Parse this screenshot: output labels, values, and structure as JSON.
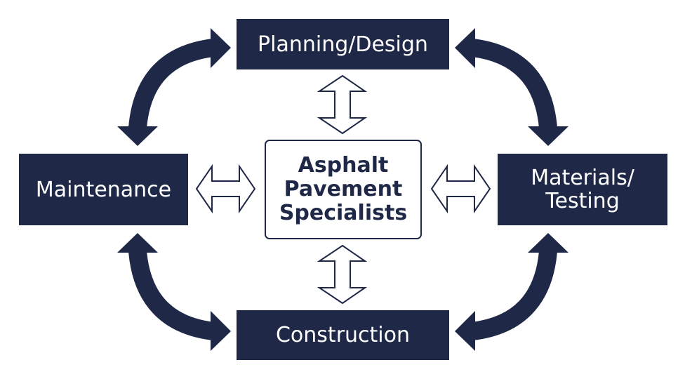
{
  "nodes": {
    "top": "Planning/Design",
    "left": "Maintenance",
    "right_line1": "Materials/",
    "right_line2": "Testing",
    "bottom": "Construction"
  },
  "center": {
    "line1": "Asphalt",
    "line2": "Pavement",
    "line3": "Specialists"
  },
  "colors": {
    "navy": "#1f2847",
    "background": "#ffffff"
  }
}
